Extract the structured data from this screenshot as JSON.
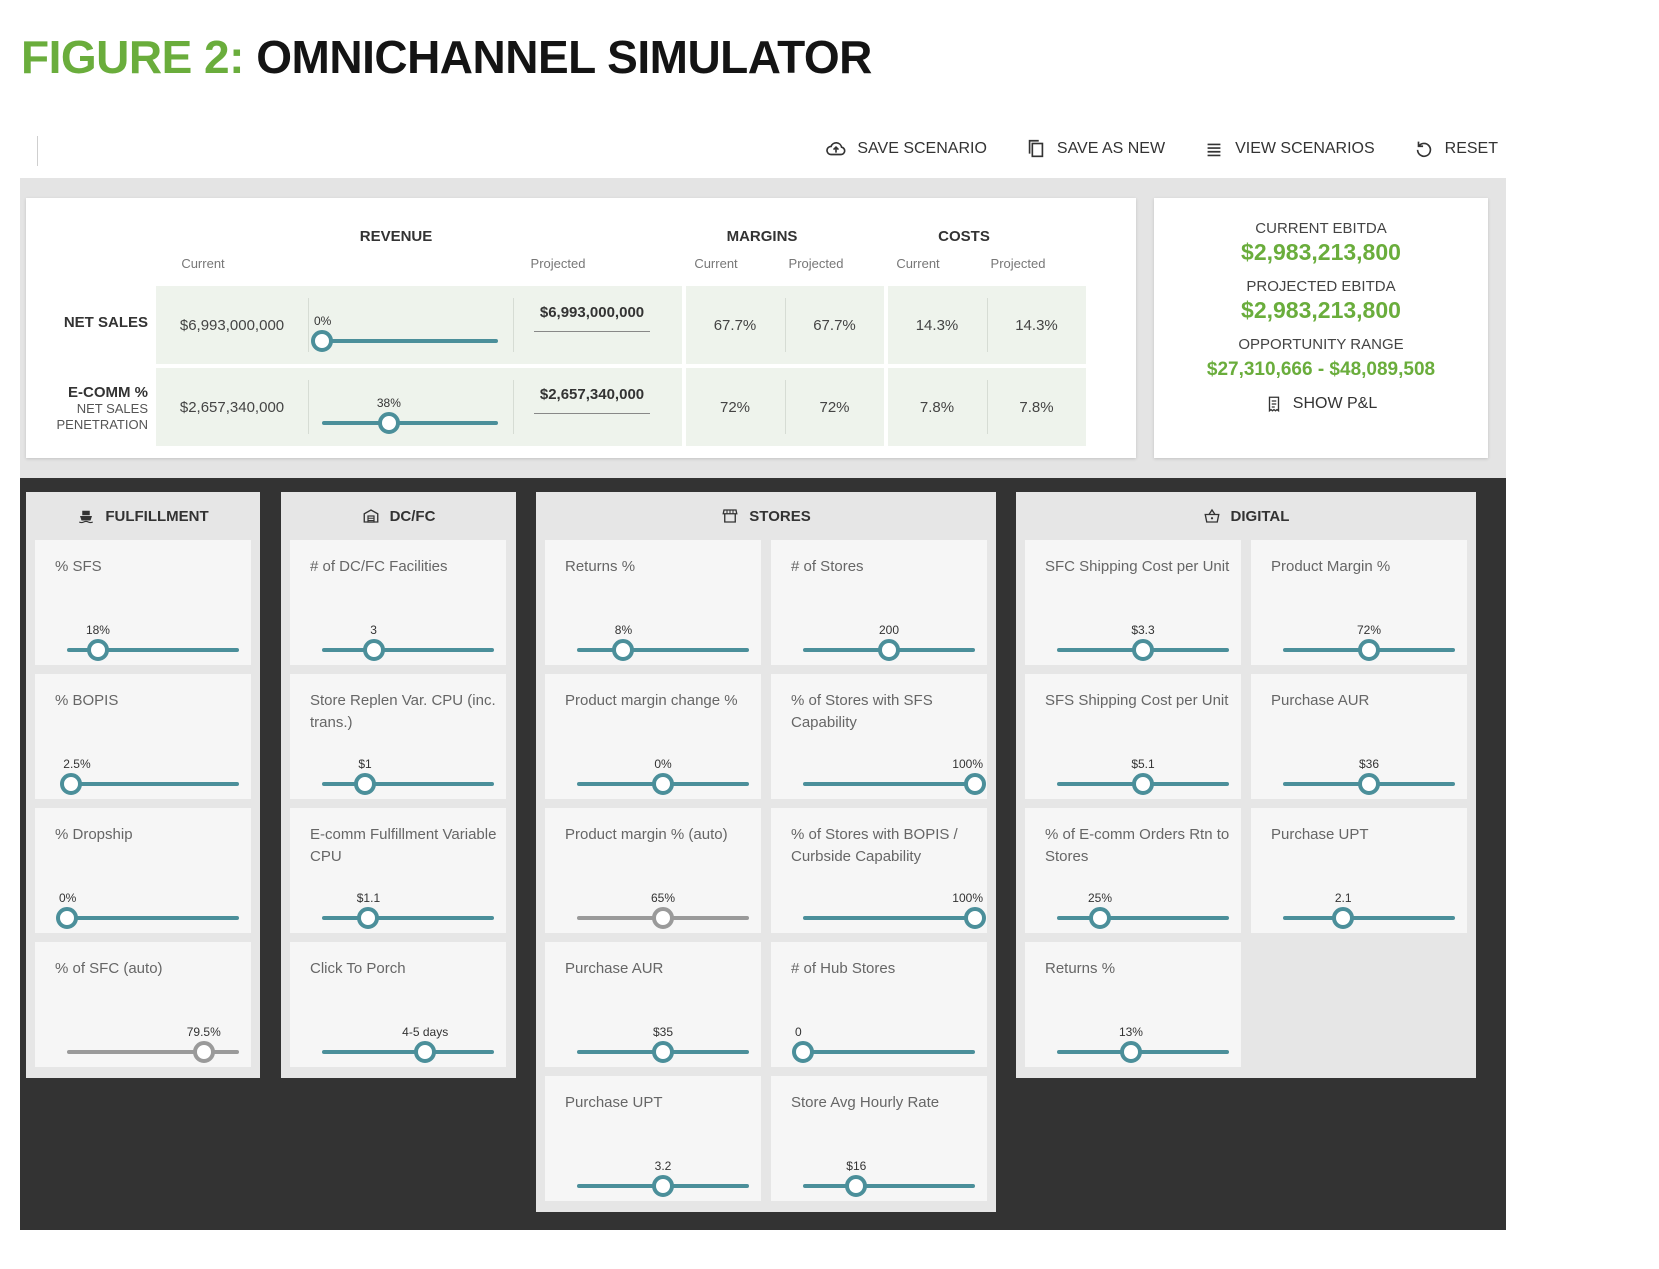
{
  "figure": {
    "title_lead": "FIGURE 2:",
    "title_rest": "OMNICHANNEL SIMULATOR"
  },
  "toolbar": {
    "save_scenario": "SAVE SCENARIO",
    "save_as_new": "SAVE AS NEW",
    "view_scenarios": "VIEW SCENARIOS",
    "reset": "RESET"
  },
  "metrics": {
    "groups": {
      "revenue": "REVENUE",
      "margins": "MARGINS",
      "costs": "COSTS"
    },
    "sub": {
      "current": "Current",
      "projected": "Projected"
    },
    "rows": [
      {
        "label": "NET SALES",
        "sub_1": "",
        "sub_2": "",
        "revenue_current": "$6,993,000,000",
        "slider_label": "0%",
        "slider_fraction": 0.0,
        "revenue_projected": "$6,993,000,000",
        "margin_current": "67.7%",
        "margin_projected": "67.7%",
        "cost_current": "14.3%",
        "cost_projected": "14.3%"
      },
      {
        "label": "E-COMM %",
        "sub_1": "NET SALES",
        "sub_2": "PENETRATION",
        "revenue_current": "$2,657,340,000",
        "slider_label": "38%",
        "slider_fraction": 0.38,
        "revenue_projected": "$2,657,340,000",
        "margin_current": "72%",
        "margin_projected": "72%",
        "cost_current": "7.8%",
        "cost_projected": "7.8%"
      }
    ]
  },
  "ebitda": {
    "current_label": "CURRENT EBITDA",
    "current_value": "$2,983,213,800",
    "projected_label": "PROJECTED EBITDA",
    "projected_value": "$2,983,213,800",
    "range_label": "OPPORTUNITY RANGE",
    "range_value": "$27,310,666 - $48,089,508",
    "show_pl": "SHOW P&L"
  },
  "panels": {
    "fulfillment": {
      "title": "FULFILLMENT",
      "controls": [
        {
          "name": "% SFS",
          "value": "18%",
          "fraction": 0.18,
          "disabled": false,
          "bubble_align": "center"
        },
        {
          "name": "% BOPIS",
          "value": "2.5%",
          "fraction": 0.025,
          "disabled": false,
          "bubble_align": "left"
        },
        {
          "name": "% Dropship",
          "value": "0%",
          "fraction": 0.0,
          "disabled": false,
          "bubble_align": "left"
        },
        {
          "name": "% of SFC (auto)",
          "value": "79.5%",
          "fraction": 0.795,
          "disabled": true,
          "bubble_align": "center"
        }
      ]
    },
    "dcfc": {
      "title": "DC/FC",
      "controls": [
        {
          "name": "# of DC/FC Facilities",
          "value": "3",
          "fraction": 0.3,
          "disabled": false,
          "bubble_align": "center"
        },
        {
          "name": "Store Replen Var. CPU (inc. trans.)",
          "value": "$1",
          "fraction": 0.25,
          "disabled": false,
          "bubble_align": "center"
        },
        {
          "name": "E-comm Fulfillment Variable CPU",
          "value": "$1.1",
          "fraction": 0.27,
          "disabled": false,
          "bubble_align": "center"
        },
        {
          "name": "Click To Porch",
          "value": "4-5 days",
          "fraction": 0.6,
          "disabled": false,
          "bubble_align": "center"
        }
      ]
    },
    "stores": {
      "title": "STORES",
      "left": [
        {
          "name": "Returns %",
          "value": "8%",
          "fraction": 0.27,
          "disabled": false,
          "bubble_align": "center"
        },
        {
          "name": "Product margin change %",
          "value": "0%",
          "fraction": 0.5,
          "disabled": false,
          "bubble_align": "center"
        },
        {
          "name": "Product margin % (auto)",
          "value": "65%",
          "fraction": 0.5,
          "disabled": true,
          "bubble_align": "center"
        },
        {
          "name": "Purchase AUR",
          "value": "$35",
          "fraction": 0.5,
          "disabled": false,
          "bubble_align": "center"
        },
        {
          "name": "Purchase UPT",
          "value": "3.2",
          "fraction": 0.5,
          "disabled": false,
          "bubble_align": "center"
        }
      ],
      "right": [
        {
          "name": "# of Stores",
          "value": "200",
          "fraction": 0.5,
          "disabled": false,
          "bubble_align": "center"
        },
        {
          "name": "% of Stores with SFS Capability",
          "value": "100%",
          "fraction": 1.0,
          "disabled": false,
          "bubble_align": "right"
        },
        {
          "name": "% of Stores with BOPIS / Curbside Capability",
          "value": "100%",
          "fraction": 1.0,
          "disabled": false,
          "bubble_align": "right"
        },
        {
          "name": "# of Hub Stores",
          "value": "0",
          "fraction": 0.0,
          "disabled": false,
          "bubble_align": "left"
        },
        {
          "name": "Store Avg Hourly Rate",
          "value": "$16",
          "fraction": 0.31,
          "disabled": false,
          "bubble_align": "center"
        }
      ]
    },
    "digital": {
      "title": "DIGITAL",
      "left": [
        {
          "name": "SFC Shipping Cost per Unit",
          "value": "$3.3",
          "fraction": 0.5,
          "disabled": false,
          "bubble_align": "center"
        },
        {
          "name": "SFS Shipping Cost per Unit",
          "value": "$5.1",
          "fraction": 0.5,
          "disabled": false,
          "bubble_align": "center"
        },
        {
          "name": "% of E-comm Orders Rtn to Stores",
          "value": "25%",
          "fraction": 0.25,
          "disabled": false,
          "bubble_align": "center"
        },
        {
          "name": "Returns %",
          "value": "13%",
          "fraction": 0.43,
          "disabled": false,
          "bubble_align": "center"
        }
      ],
      "right": [
        {
          "name": "Product Margin %",
          "value": "72%",
          "fraction": 0.5,
          "disabled": false,
          "bubble_align": "center"
        },
        {
          "name": "Purchase AUR",
          "value": "$36",
          "fraction": 0.5,
          "disabled": false,
          "bubble_align": "center"
        },
        {
          "name": "Purchase UPT",
          "value": "2.1",
          "fraction": 0.35,
          "disabled": false,
          "bubble_align": "center"
        }
      ]
    }
  },
  "colors": {
    "accent_green": "#6aad3c",
    "slider_teal": "#4b8f9a",
    "slider_disabled": "#9a9a9a",
    "dark_bg": "#333333"
  }
}
